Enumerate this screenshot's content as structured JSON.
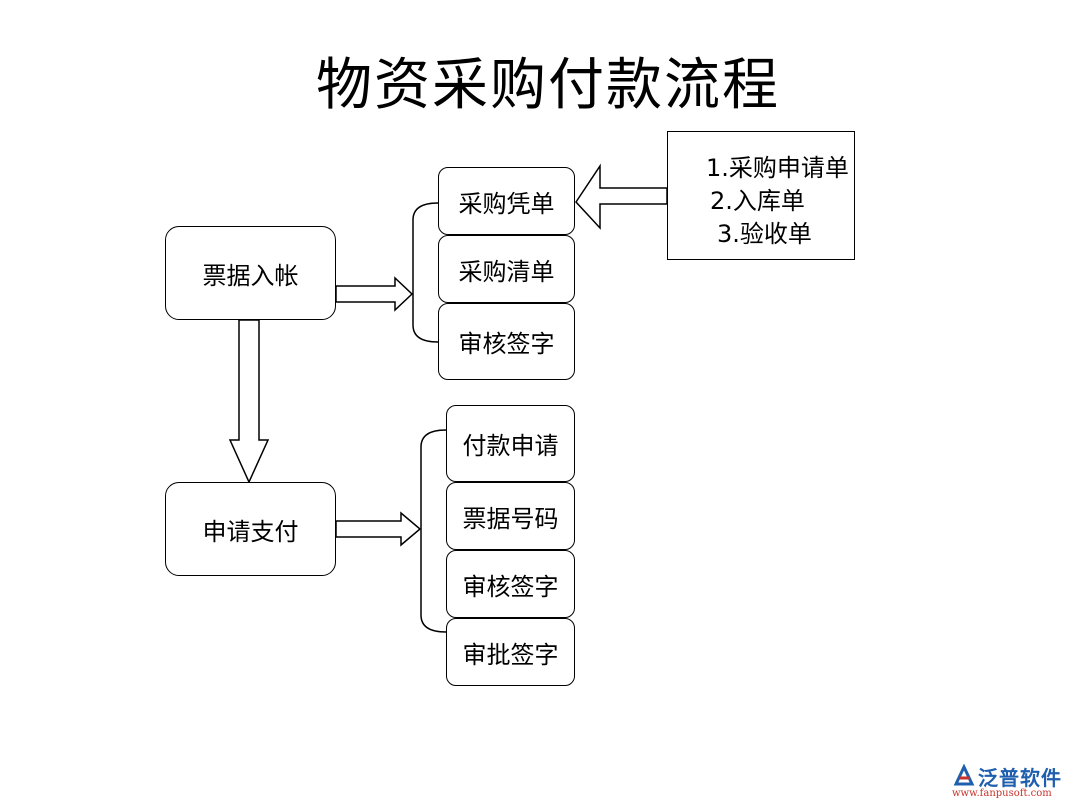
{
  "title": "物资采购付款流程",
  "nodes": {
    "ticket_entry": "票据入帐",
    "apply_payment": "申请支付"
  },
  "group_entry": {
    "items": [
      "采购凭单",
      "采购清单",
      "审核签字"
    ]
  },
  "group_payment": {
    "items": [
      "付款申请",
      "票据号码",
      "审核签字",
      "审批签字"
    ]
  },
  "note": {
    "lines": [
      "1.采购申请单",
      "2.入库单",
      "3.验收单"
    ]
  },
  "logo": {
    "name": "泛普软件",
    "url": "www.fanpusoft.com",
    "colors": {
      "blue": "#1f5fae",
      "red": "#c8322a"
    }
  }
}
